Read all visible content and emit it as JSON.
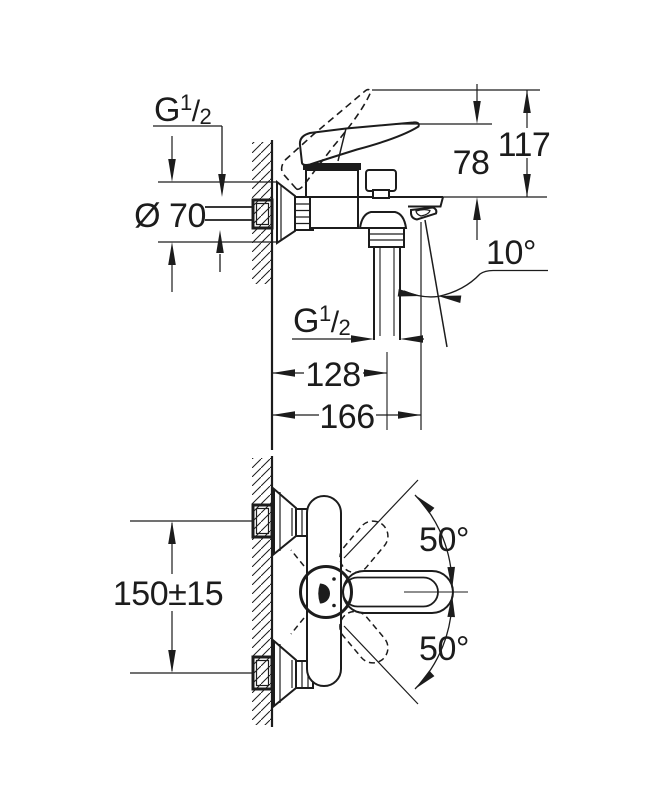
{
  "side_view": {
    "dims": {
      "wall_thread": {
        "base": "G",
        "sup": "1",
        "slash": "/",
        "sub": "2"
      },
      "escutcheon_diameter": "Ø 70",
      "handle_height": "78",
      "total_height": "117",
      "spout_angle": "10°",
      "outlet_thread": {
        "base": "G",
        "sup": "1",
        "slash": "/",
        "sub": "2"
      },
      "reach_to_outlet": "128",
      "total_reach": "166"
    }
  },
  "front_view": {
    "dims": {
      "inlet_spacing": "150±15",
      "swing_up": "50°",
      "swing_down": "50°"
    }
  },
  "colors": {
    "line": "#1c1c1c",
    "background": "#ffffff"
  }
}
